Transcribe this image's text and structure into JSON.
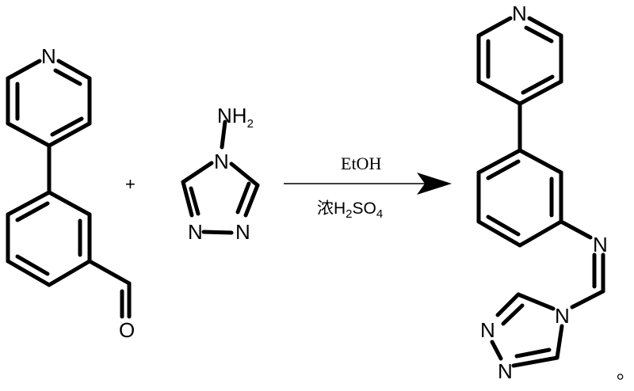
{
  "diagram": {
    "type": "chemical-reaction-scheme",
    "reactants": [
      {
        "name": "3-(pyridin-4-yl)benzaldehyde",
        "atom_labels": [
          "N",
          "O"
        ]
      },
      {
        "name": "4-amino-1,2,4-triazole",
        "atom_labels": [
          "NH",
          "2",
          "N",
          "N",
          "N"
        ]
      }
    ],
    "plus_sign": "+",
    "arrow": {
      "above": "EtOH",
      "below_prefix": "浓H",
      "below_sub1": "2",
      "below_mid": "SO",
      "below_sub2": "4"
    },
    "product": {
      "name": "imine of 3-(pyridin-4-yl)benzaldehyde with 4-amino-1,2,4-triazole",
      "atom_labels": [
        "N",
        "N",
        "N",
        "N",
        "N"
      ]
    },
    "terminal_mark": "。"
  }
}
